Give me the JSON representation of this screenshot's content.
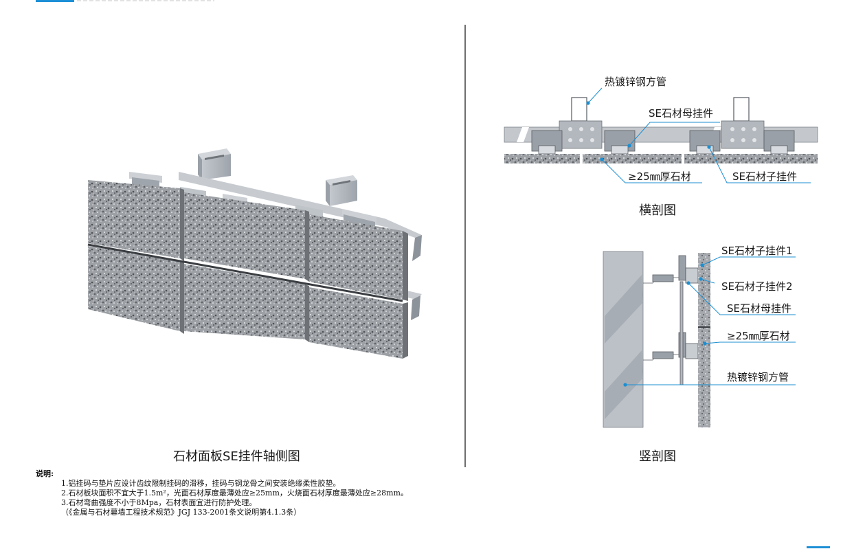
{
  "left_caption": "石材面板SE挂件轴侧图",
  "horizontal_section": {
    "caption": "横剖图",
    "labels": {
      "steel_tube": "热镀锌钢方管",
      "mother_hanger": "SE石材母挂件",
      "stone": "≥25㎜厚石材",
      "child_hanger": "SE石材子挂件"
    }
  },
  "vertical_section": {
    "caption": "竖剖图",
    "labels": {
      "child_hanger_1": "SE石材子挂件1",
      "child_hanger_2": "SE石材子挂件2",
      "mother_hanger": "SE石材母挂件",
      "stone": "≥25㎜厚石材",
      "steel_tube": "热镀锌钢方管"
    }
  },
  "notes": {
    "title": "说明:",
    "items": [
      "1.铝挂码与垫片应设计齿纹限制挂码的滑移，挂码与钢龙骨之间安装绝缘柔性胶垫。",
      "2.石材板块面积不宜大于1.5m²，光面石材厚度最薄处应≥25mm，火烧面石材厚度最薄处应≥28mm。",
      "3.石材弯曲强度不小于8Mpa，石材表面宜进行防护处理。"
    ],
    "reference": "（《金属与石材幕墙工程技术规范》JGJ 133-2001条文说明第4.1.3条）"
  },
  "colors": {
    "accent": "#1d8fd6",
    "leader": "#1b8fd2",
    "steel": "#b9bec4",
    "stone": "#8c9095"
  }
}
